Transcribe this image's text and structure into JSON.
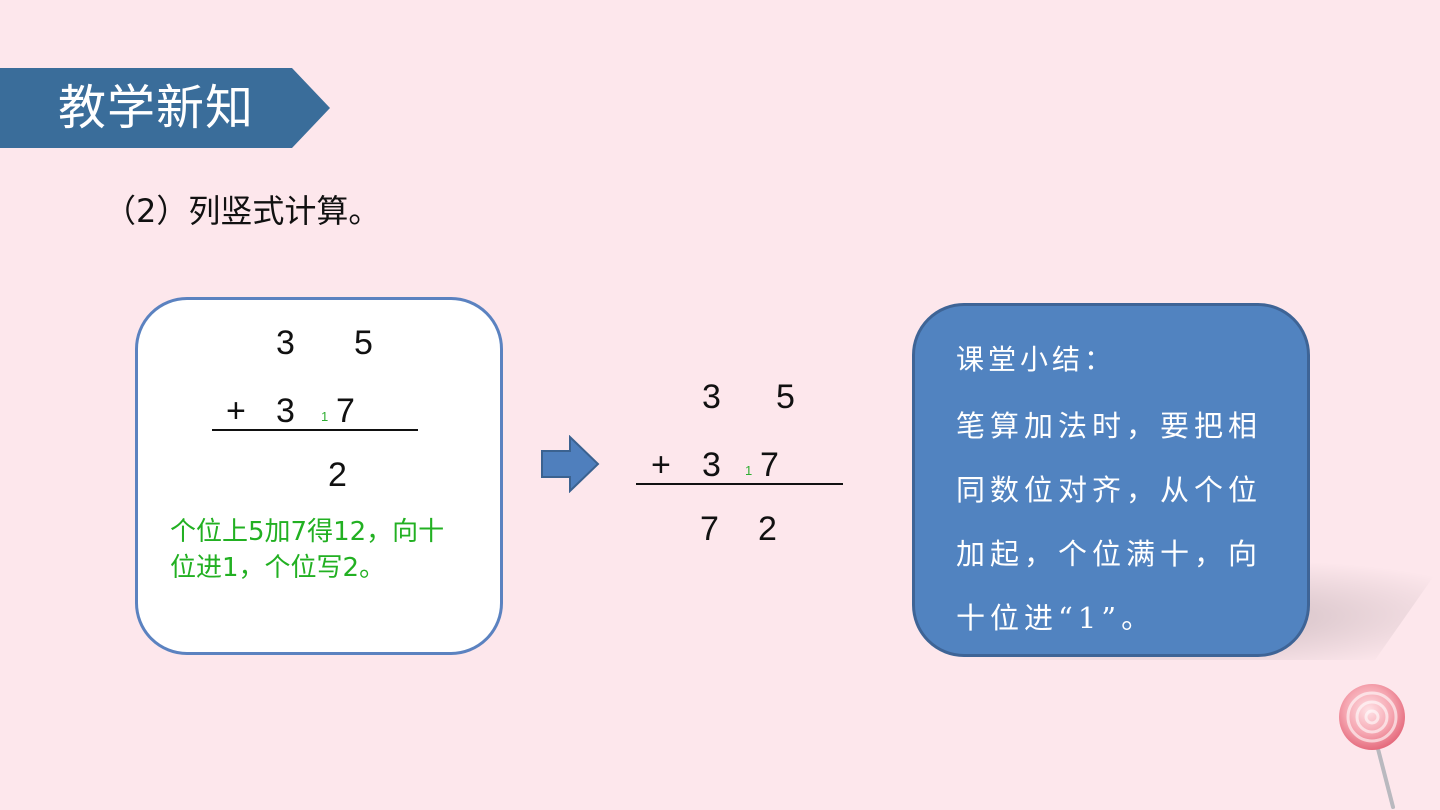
{
  "header": {
    "title": "教学新知"
  },
  "subtitle": "（2）列竖式计算。",
  "left_card": {
    "row1": [
      "3",
      "5"
    ],
    "row2": {
      "op": "+",
      "tens": "3",
      "carry": "1",
      "ones": "7"
    },
    "result_ones": "2",
    "explanation": "个位上5加7得12，向十位进1，个位写2。"
  },
  "middle": {
    "row1": [
      "3",
      "5"
    ],
    "row2": {
      "op": "+",
      "tens": "3",
      "carry": "1",
      "ones": "7"
    },
    "result": [
      "7",
      "2"
    ]
  },
  "summary": {
    "title": "课堂小结：",
    "body": "笔算加法时，要把相同数位对齐，从个位加起，个位满十，向十位进“1”。"
  },
  "icons": {
    "arrow": "right-arrow-icon",
    "decoration": "lollipop-icon"
  },
  "colors": {
    "background": "#fde7ec",
    "banner": "#3a6d9a",
    "summary_card": "#5183c0",
    "explanation_text": "#22b022"
  }
}
